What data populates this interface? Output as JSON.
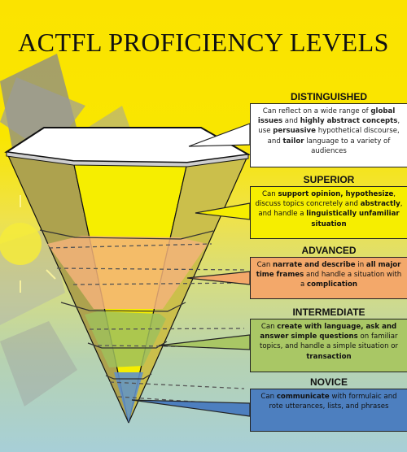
{
  "title": "ACTFL PROFICIENCY LEVELS",
  "levels": [
    {
      "name": "DISTINGUISHED",
      "fill": "#ffffff",
      "segments": [
        {
          "t": "Can reflect on a wide range of ",
          "b": false
        },
        {
          "t": "global issues",
          "b": true
        },
        {
          "t": " and ",
          "b": false
        },
        {
          "t": "highly abstract concepts",
          "b": true
        },
        {
          "t": ", use ",
          "b": false
        },
        {
          "t": "persuasive",
          "b": true
        },
        {
          "t": " hypothetical discourse, and ",
          "b": false
        },
        {
          "t": "tailor",
          "b": true
        },
        {
          "t": " language to a variety of audiences",
          "b": false
        }
      ]
    },
    {
      "name": "SUPERIOR",
      "fill": "#f6ee00",
      "segments": [
        {
          "t": "Can ",
          "b": false
        },
        {
          "t": "support opinion, hypothesize",
          "b": true
        },
        {
          "t": ", discuss topics concretely and ",
          "b": false
        },
        {
          "t": "abstractly",
          "b": true
        },
        {
          "t": ", and handle a ",
          "b": false
        },
        {
          "t": "linguistically unfamiliar situation",
          "b": true
        }
      ]
    },
    {
      "name": "ADVANCED",
      "fill": "#f3a86a",
      "segments": [
        {
          "t": "Can ",
          "b": false
        },
        {
          "t": "narrate and describe",
          "b": true
        },
        {
          "t": " in ",
          "b": false
        },
        {
          "t": "all major time frames",
          "b": true
        },
        {
          "t": " and handle a situation with a ",
          "b": false
        },
        {
          "t": "complication",
          "b": true
        }
      ]
    },
    {
      "name": "INTERMEDIATE",
      "fill": "#a9c765",
      "segments": [
        {
          "t": "Can ",
          "b": false
        },
        {
          "t": "create with language, ask and answer simple questions",
          "b": true
        },
        {
          "t": " on familiar topics, and handle a simple situation or ",
          "b": false
        },
        {
          "t": "transaction",
          "b": true
        }
      ]
    },
    {
      "name": "NOVICE",
      "fill": "#4d7fbf",
      "segments": [
        {
          "t": "Can ",
          "b": false
        },
        {
          "t": "communicate",
          "b": true
        },
        {
          "t": " with formulaic and rote utterances, lists, and phrases",
          "b": false
        }
      ]
    }
  ]
}
